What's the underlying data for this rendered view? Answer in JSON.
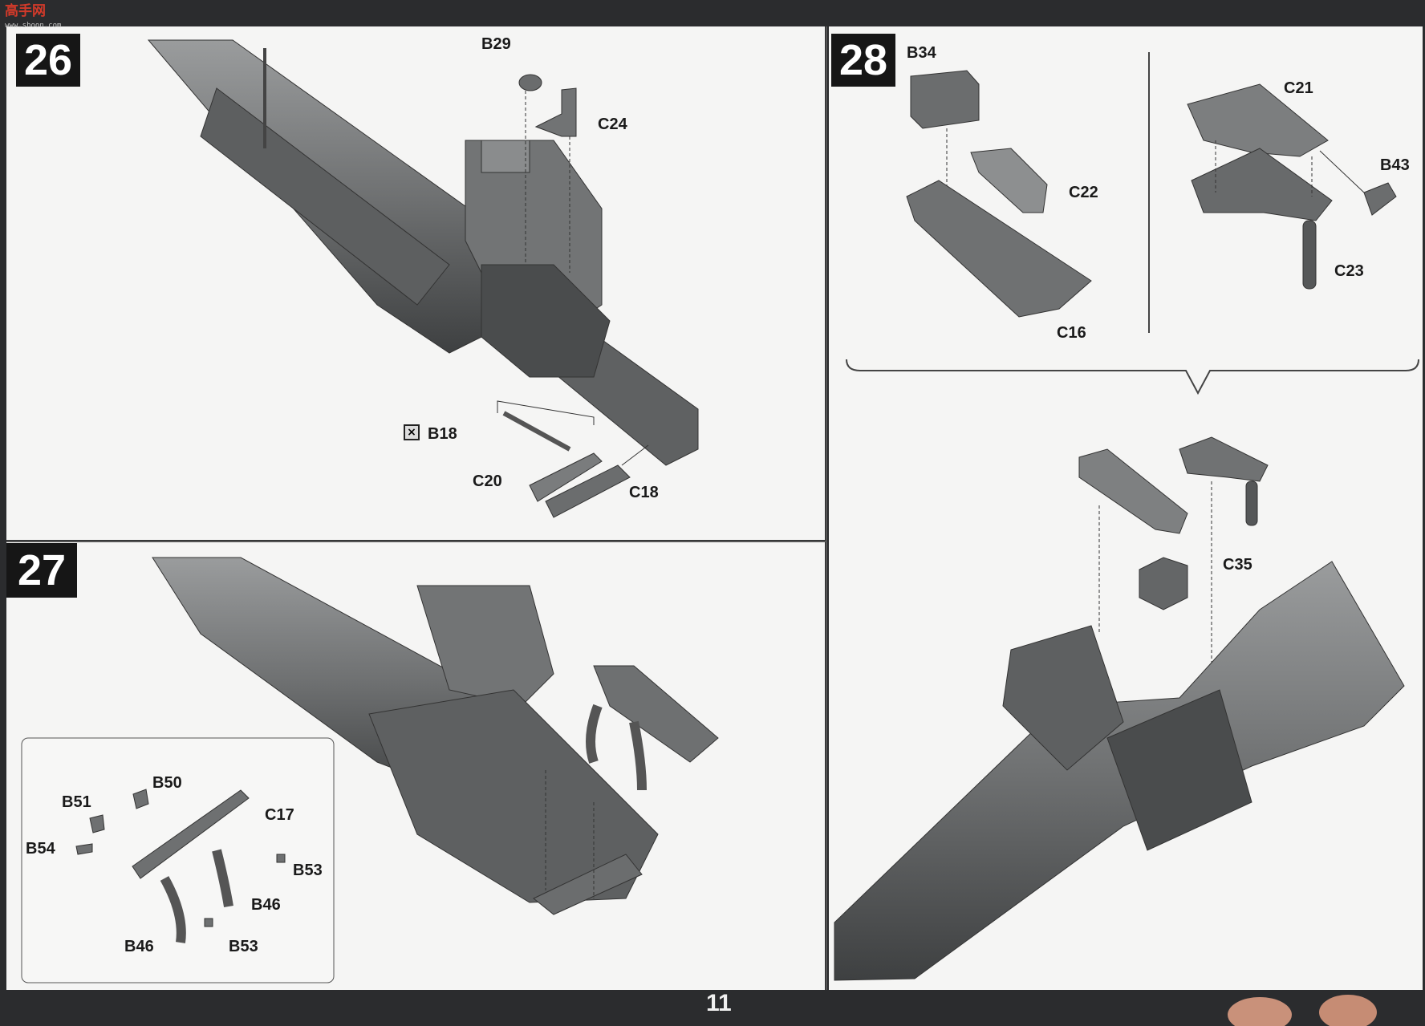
{
  "watermark": {
    "text": "高手网",
    "url": "www.shoon.com"
  },
  "page_number": "11",
  "steps": [
    {
      "number": "26",
      "labels": [
        "B29",
        "C24",
        "B18",
        "C20",
        "C18"
      ]
    },
    {
      "number": "27",
      "labels": [
        "B50",
        "B51",
        "C17",
        "B54",
        "B53",
        "B46",
        "B46",
        "B53"
      ]
    },
    {
      "number": "28",
      "labels": [
        "B34",
        "C22",
        "C16",
        "C21",
        "B43",
        "C23",
        "C35"
      ]
    }
  ],
  "colors": {
    "part_gray": "#6d6f70",
    "ink": "#1a1a1a",
    "paper": "#f5f5f4",
    "badge": "#161616"
  }
}
